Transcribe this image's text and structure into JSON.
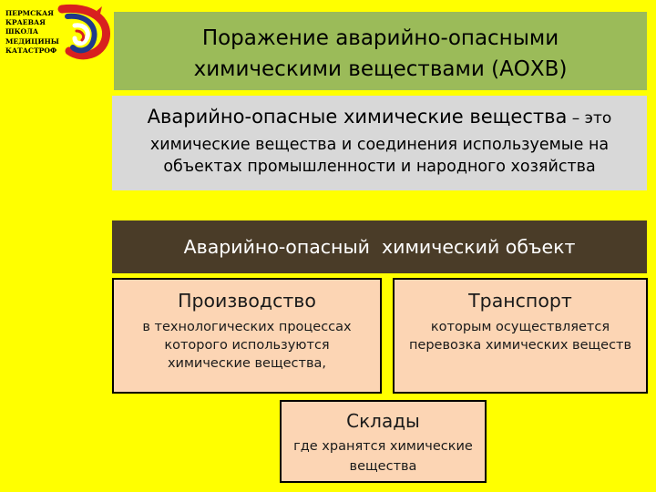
{
  "logo": {
    "lines": [
      "ПЕРМСКАЯ",
      "КРАЕВАЯ",
      "ШКОЛА",
      "МЕДИЦИНЫ",
      "КАТАСТРОФ"
    ],
    "colors": {
      "red": "#d8201f",
      "blue": "#1f3a8a"
    }
  },
  "title": "Поражение аварийно-опасными химическими веществами (АОХВ)",
  "definition": {
    "term": "Аварийно-опасные химические вещества",
    "dash": " – это",
    "body": "химические вещества и соединения используемые на объектах промышленности и народного хозяйства"
  },
  "object": {
    "title": "Аварийно-опасный  химический объект",
    "production": {
      "title": "Производство",
      "text": "в технологических процессах которого используются химические вещества,"
    },
    "transport": {
      "title": "Транспорт",
      "text": "которым осуществляется перевозка химических веществ"
    },
    "storage": {
      "title": "Склады",
      "text": "где хранятся химические вещества"
    }
  },
  "colors": {
    "background": "#ffff00",
    "title_box": "#9bbb59",
    "definition_box": "#d8d8d8",
    "object_header": "#4a3c28",
    "cards": "#fcd5b4"
  }
}
